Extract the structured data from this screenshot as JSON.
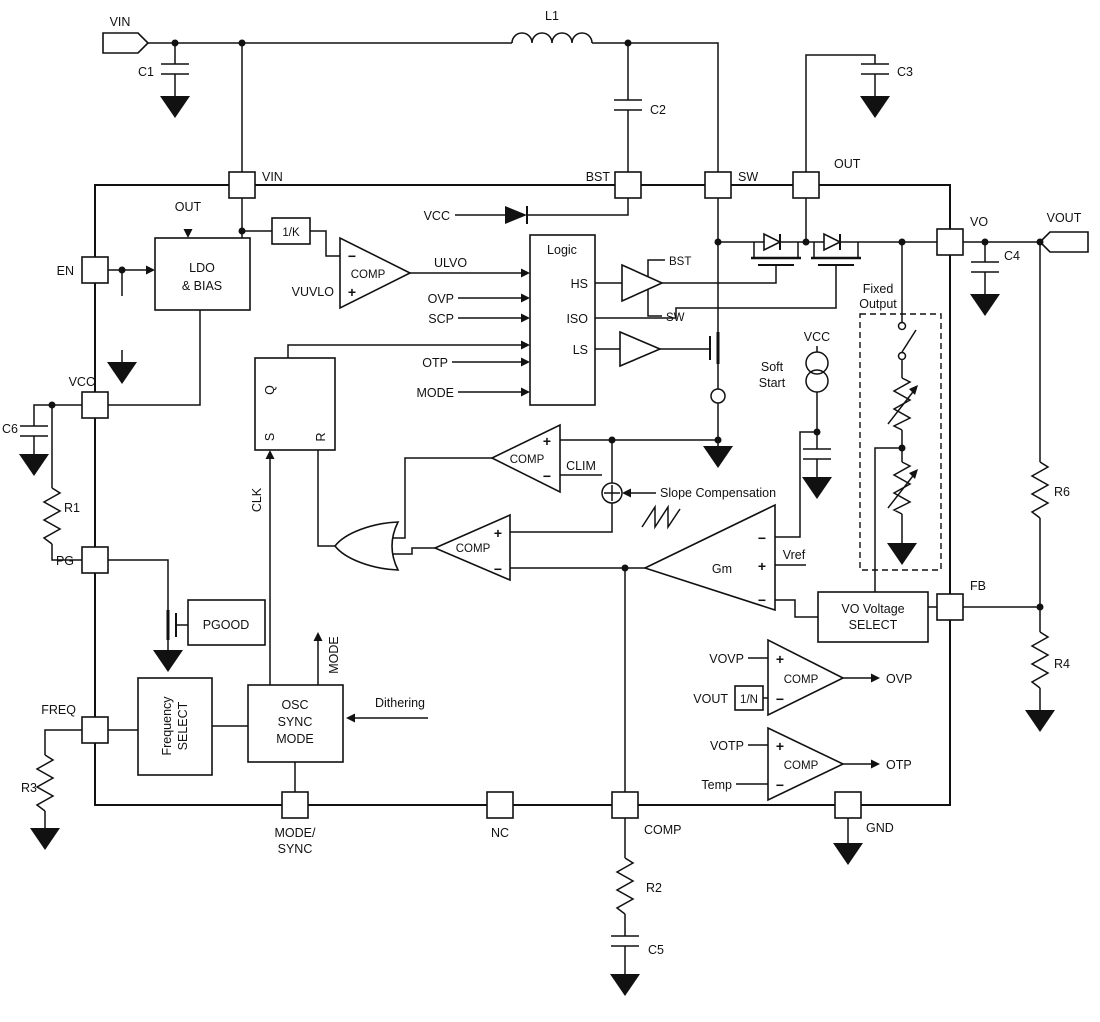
{
  "terminals": {
    "vin": "VIN",
    "vout": "VOUT"
  },
  "pins": {
    "vin": "VIN",
    "bst": "BST",
    "sw": "SW",
    "out": "OUT",
    "vo": "VO",
    "en": "EN",
    "vcc": "VCC",
    "pg": "PG",
    "freq": "FREQ",
    "mode_sync_line1": "MODE/",
    "mode_sync_line2": "SYNC",
    "nc": "NC",
    "comp": "COMP",
    "gnd": "GND",
    "fb": "FB"
  },
  "components": {
    "c1": "C1",
    "c2": "C2",
    "c3": "C3",
    "c4": "C4",
    "c5": "C5",
    "c6": "C6",
    "l1": "L1",
    "r1": "R1",
    "r2": "R2",
    "r3": "R3",
    "r4": "R4",
    "r6": "R6"
  },
  "blocks": {
    "ldo_line1": "LDO",
    "ldo_line2": "& BIAS",
    "k_divider": "1/K",
    "n_divider": "1/N",
    "logic_title": "Logic",
    "hs": "HS",
    "iso": "ISO",
    "ls": "LS",
    "q": "Q",
    "s": "S",
    "r": "R",
    "pgood": "PGOOD",
    "freq_select_line1": "Frequency",
    "freq_select_line2": "SELECT",
    "osc_line1": "OSC",
    "osc_line2": "SYNC",
    "osc_line3": "MODE",
    "vo_select_line1": "VO Voltage",
    "vo_select_line2": "SELECT",
    "fixed_output_line1": "Fixed",
    "fixed_output_line2": "Output",
    "comparator": "COMP"
  },
  "signals": {
    "out": "OUT",
    "vuvlo": "VUVLO",
    "ulvo": "ULVO",
    "ovp": "OVP",
    "scp": "SCP",
    "otp": "OTP",
    "mode": "MODE",
    "vcc": "VCC",
    "bst": "BST",
    "sw": "SW",
    "clk": "CLK",
    "dithering": "Dithering",
    "clim": "CLIM",
    "slope_comp": "Slope Compensation",
    "gm": "Gm",
    "vref": "Vref",
    "soft_start_line1": "Soft",
    "soft_start_line2": "Start",
    "vovp": "VOVP",
    "vout": "VOUT",
    "votp": "VOTP",
    "temp": "Temp",
    "plus": "+",
    "minus": "−"
  }
}
